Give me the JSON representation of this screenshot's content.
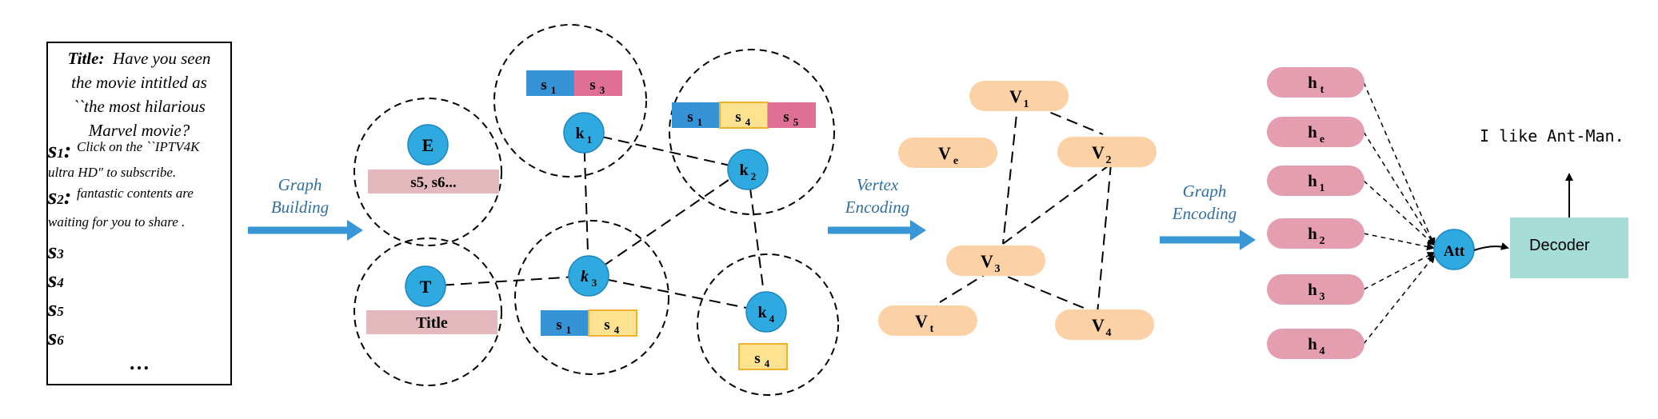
{
  "document": {
    "title_label": "Title:",
    "title_text": [
      "Have you seen",
      "the movie intitled as",
      "``the most hilarious",
      "Marvel movie?"
    ],
    "sentences": [
      {
        "sym": "s",
        "sub": "1",
        "colon": ":",
        "lines": [
          "Click on the ``IPTV4K",
          "ultra HD\" to subscribe."
        ]
      },
      {
        "sym": "s",
        "sub": "2",
        "colon": ":",
        "lines": [
          "fantastic contents are",
          "waiting for you to share ."
        ]
      },
      {
        "sym": "s",
        "sub": "3"
      },
      {
        "sym": "s",
        "sub": "4"
      },
      {
        "sym": "s",
        "sub": "5"
      },
      {
        "sym": "s",
        "sub": "6"
      }
    ],
    "ellipsis": "…"
  },
  "arrows": {
    "graph_building": [
      "Graph",
      "Building"
    ],
    "vertex_encoding": [
      "Vertex",
      "Encoding"
    ],
    "graph_encoding": [
      "Graph",
      "Encoding"
    ]
  },
  "graph": {
    "E": {
      "label": "E",
      "bar": "s5, s6..."
    },
    "T": {
      "label": "T",
      "bar": "Title"
    },
    "k1": {
      "label": "k",
      "sub": "1",
      "chips": [
        {
          "base": "s",
          "sub": "1",
          "color": "#3593d6"
        },
        {
          "base": "s",
          "sub": "3",
          "color": "#df6f95"
        }
      ]
    },
    "k2": {
      "label": "k",
      "sub": "2",
      "chips": [
        {
          "base": "s",
          "sub": "1",
          "color": "#3593d6"
        },
        {
          "base": "s",
          "sub": "4",
          "color": "#fde38f"
        },
        {
          "base": "s",
          "sub": "5",
          "color": "#df6f95"
        }
      ]
    },
    "k3": {
      "label": "k",
      "sub": "3",
      "chips": [
        {
          "base": "s",
          "sub": "1",
          "color": "#3593d6"
        },
        {
          "base": "s",
          "sub": "4",
          "color": "#fde38f"
        }
      ]
    },
    "k4": {
      "label": "k",
      "sub": "4",
      "chips": [
        {
          "base": "s",
          "sub": "4",
          "color": "#fde38f"
        }
      ]
    }
  },
  "vertices": [
    {
      "base": "V",
      "sub": "1"
    },
    {
      "base": "V",
      "sub": "e"
    },
    {
      "base": "V",
      "sub": "2"
    },
    {
      "base": "V",
      "sub": "3"
    },
    {
      "base": "V",
      "sub": "t"
    },
    {
      "base": "V",
      "sub": "4"
    }
  ],
  "hidden": [
    {
      "base": "h",
      "sub": "t"
    },
    {
      "base": "h",
      "sub": "e"
    },
    {
      "base": "h",
      "sub": "1"
    },
    {
      "base": "h",
      "sub": "2"
    },
    {
      "base": "h",
      "sub": "3"
    },
    {
      "base": "h",
      "sub": "4"
    }
  ],
  "attention": {
    "label": "Att"
  },
  "decoder": {
    "label": "Decoder"
  },
  "output": {
    "text": "I like Ant-Man."
  },
  "colors": {
    "blue_node": "#2eaae1",
    "node_stroke": "#1f86bf",
    "pink_bar": "#e3b9bd",
    "peach": "#fdd1a6",
    "hidden_pink": "#e59db0",
    "decoder_teal": "#a6ddd7",
    "arrow_blue": "#3a97d5",
    "label_blue": "#2f6e9f",
    "chip_border": "#f0b030"
  }
}
